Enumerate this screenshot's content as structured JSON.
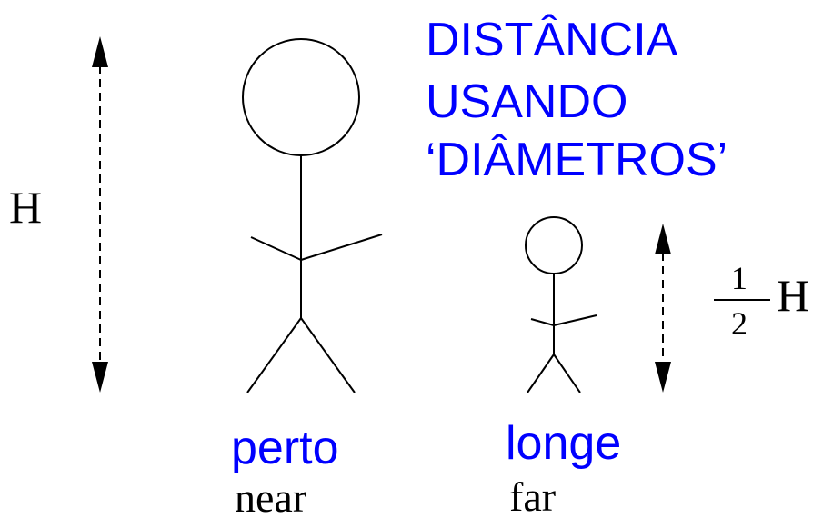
{
  "title_lines": [
    "DISTÂNCIA",
    "USANDO",
    "‘DIÂMETROS’"
  ],
  "near_figure": {
    "height_label": "H",
    "pt_label": "perto",
    "en_label": "near"
  },
  "far_figure": {
    "height_fraction_numerator": "1",
    "height_fraction_denominator": "2",
    "height_symbol": "H",
    "pt_label": "longe",
    "en_label": "far"
  },
  "colors": {
    "title": "#0000ff",
    "portuguese_labels": "#0000ff",
    "lines": "#000000"
  }
}
